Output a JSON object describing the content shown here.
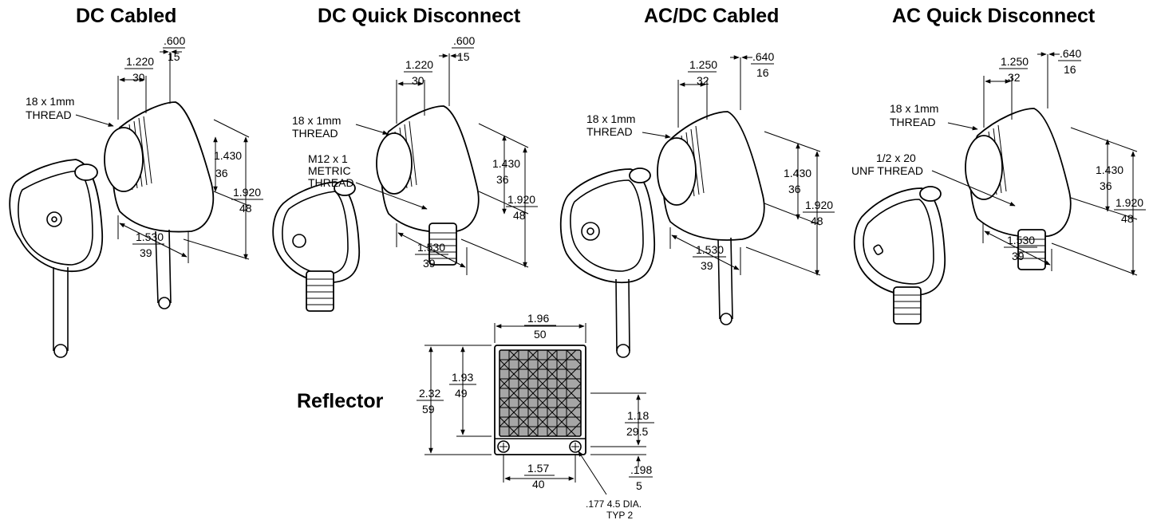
{
  "titles": {
    "dc_cabled": "DC Cabled",
    "dc_qd": "DC Quick Disconnect",
    "acdc_cabled": "AC/DC Cabled",
    "ac_qd": "AC Quick Disconnect",
    "reflector": "Reflector"
  },
  "thread_labels": {
    "mm_line1": "18 x 1mm",
    "mm_line2": "THREAD",
    "m12_line1": "M12 x 1",
    "m12_line2": "METRIC",
    "m12_line3": "THREAD",
    "unf_line1": "1/2 x 20",
    "unf_line2": "UNF THREAD"
  },
  "dc_dims": {
    "depth_in": "1.220",
    "depth_mm": "30",
    "front_in": ".600",
    "front_mm": "15",
    "h1_in": "1.430",
    "h1_mm": "36",
    "h2_in": "1.920",
    "h2_mm": "48",
    "w_in": "1.530",
    "w_mm": "39"
  },
  "ac_dims": {
    "depth_in": "1.250",
    "depth_mm": "32",
    "front_in": ".640",
    "front_mm": "16",
    "h1_in": "1.430",
    "h1_mm": "36",
    "h2_in": "1.920",
    "h2_mm": "48",
    "w_in": "1.530",
    "w_mm": "39"
  },
  "reflector_dims": {
    "width_in": "1.96",
    "width_mm": "50",
    "height_in": "2.32",
    "height_mm": "59",
    "inner_in": "1.93",
    "inner_mm": "49",
    "right_in": "1.18",
    "right_mm": "29.5",
    "holes_in": "1.57",
    "holes_mm": "40",
    "bottom_in": ".198",
    "bottom_mm": "5",
    "hole_line1": ".177 4.5 DIA.",
    "hole_line2": "TYP 2"
  }
}
